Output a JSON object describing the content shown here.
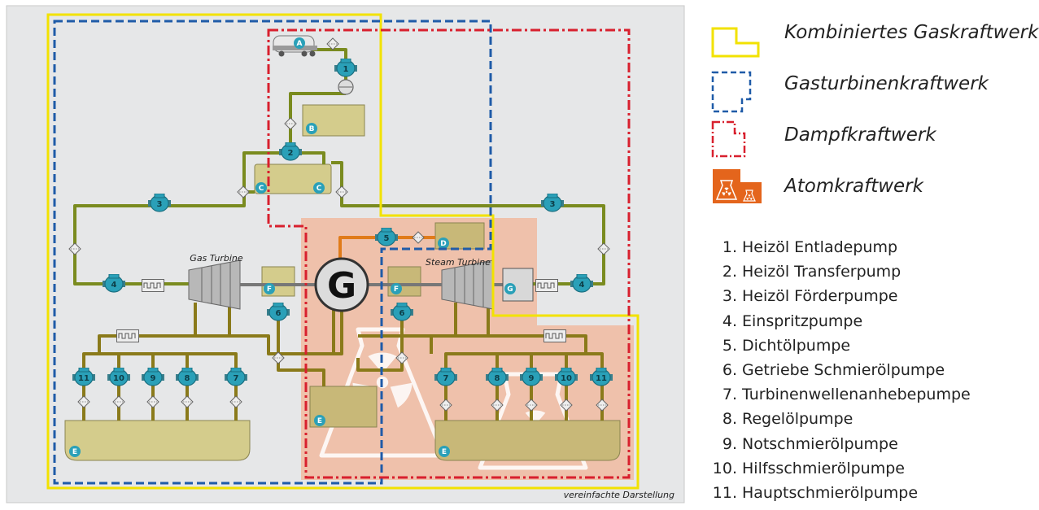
{
  "diagram": {
    "labels": {
      "gas_turbine": "Gas Turbine",
      "steam_turbine": "Steam Turbine",
      "generator": "G",
      "footnote": "vereinfachte Darstellung"
    },
    "components": {
      "A": "A",
      "B": "B",
      "C": "C",
      "D": "D",
      "E": "E",
      "F": "F",
      "G": "G"
    },
    "colors": {
      "oil_pipe": "#7a8b1f",
      "lube_pipe": "#8a7a1a",
      "seal_pipe": "#e07b1a",
      "pump": "#2aa0b8",
      "tank": "#d4cc8c",
      "nuclear_zone": "#efc1ab",
      "combined": "#f2e200",
      "gas_turbine_plant": "#1f5ba8",
      "steam_plant": "#d8202e",
      "nuclear_icon": "#e4651c"
    }
  },
  "legend": {
    "items": [
      {
        "label": "Kombiniertes Gaskraftwerk",
        "icon": "yellow-outline-icon"
      },
      {
        "label": "Gasturbinenkraftwerk",
        "icon": "blue-dashed-outline-icon"
      },
      {
        "label": "Dampfkraftwerk",
        "icon": "red-dashdot-outline-icon"
      },
      {
        "label": "Atomkraftwerk",
        "icon": "nuclear-plant-icon"
      }
    ]
  },
  "pumps": [
    {
      "num": "1.",
      "label": "Heizöl Entladepump"
    },
    {
      "num": "2.",
      "label": "Heizöl Transferpump"
    },
    {
      "num": "3.",
      "label": "Heizöl Förderpumpe"
    },
    {
      "num": "4.",
      "label": "Einspritzpumpe"
    },
    {
      "num": "5.",
      "label": "Dichtölpumpe"
    },
    {
      "num": "6.",
      "label": "Getriebe Schmierölpumpe"
    },
    {
      "num": "7.",
      "label": "Turbinenwellenanhebepumpe"
    },
    {
      "num": "8.",
      "label": "Regelölpumpe"
    },
    {
      "num": "9.",
      "label": "Notschmierölpumpe"
    },
    {
      "num": "10.",
      "label": "Hilfsschmierölpumpe"
    },
    {
      "num": "11.",
      "label": "Hauptschmierölpumpe"
    }
  ],
  "pump_labels": [
    "1",
    "2",
    "3",
    "4",
    "5",
    "6",
    "7",
    "8",
    "9",
    "10",
    "11"
  ]
}
